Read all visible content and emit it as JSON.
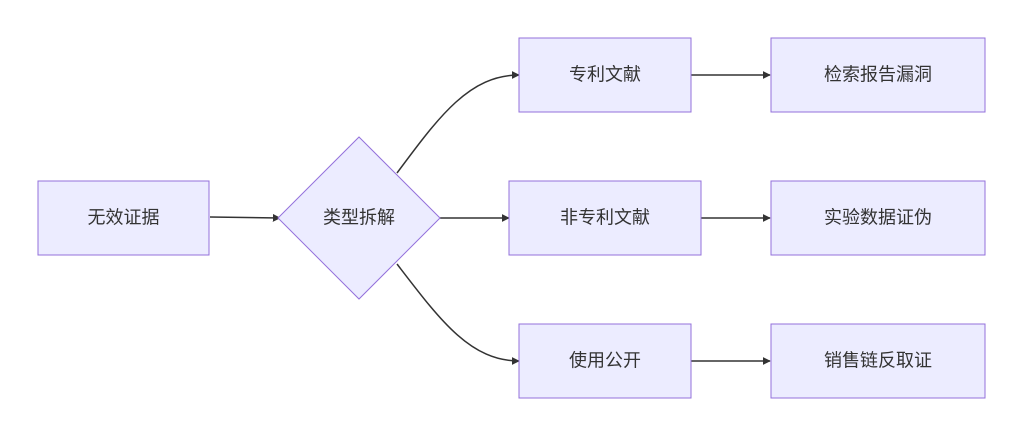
{
  "nodes": {
    "invalid_evidence": "无效证据",
    "type_split": "类型拆解",
    "patent_docs": "专利文献",
    "non_patent_docs": "非专利文献",
    "public_use": "使用公开",
    "search_report_gap": "检索报告漏洞",
    "experiment_data_forgery": "实验数据证伪",
    "sales_chain_evidence": "销售链反取证"
  },
  "colors": {
    "node_fill": "#ececff",
    "node_stroke": "#9370db",
    "edge": "#333333",
    "text": "#333333"
  }
}
